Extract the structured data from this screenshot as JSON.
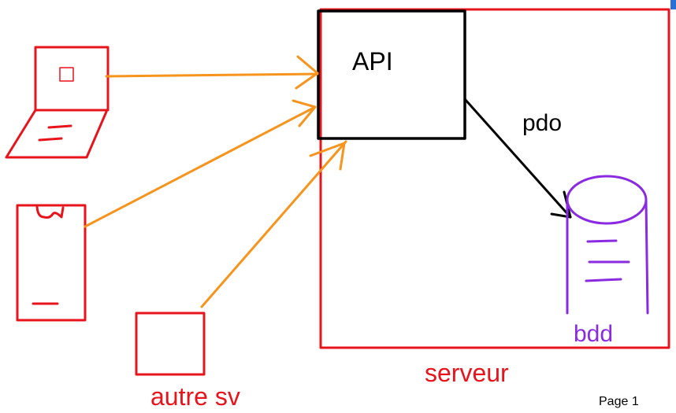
{
  "labels": {
    "api": "API",
    "pdo": "pdo",
    "bdd": "bdd",
    "server": "serveur",
    "other_server": "autre sv",
    "page": "Page 1"
  },
  "colors": {
    "client_red": "#e8141b",
    "arrow_orange": "#f7941d",
    "database_purple": "#8a2be2",
    "api_black": "#000000",
    "page_marker_blue": "#2a6fd6"
  },
  "icons": {
    "laptop": "laptop-icon",
    "phone": "smartphone-icon",
    "other_server": "server-box-icon",
    "database": "database-cylinder-icon"
  }
}
